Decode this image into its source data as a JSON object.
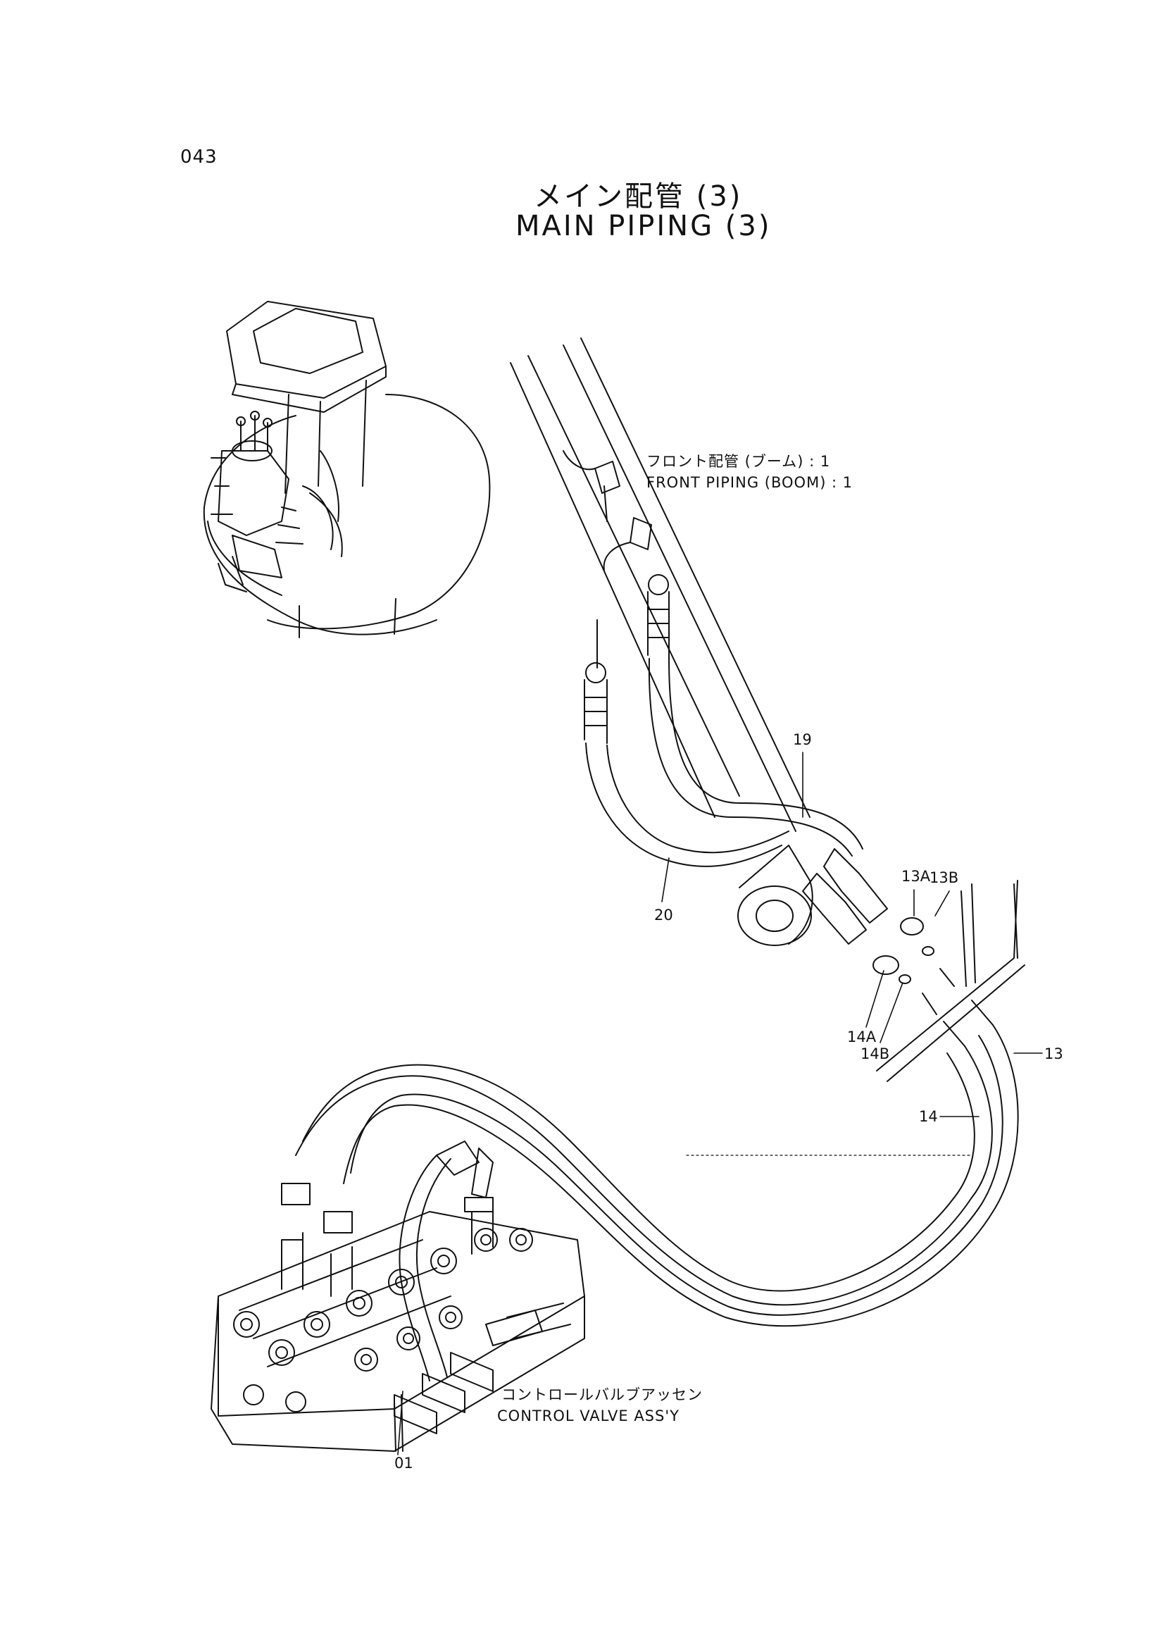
{
  "page_number": "043",
  "title": {
    "japanese": "メイン配管 (3)",
    "english": "MAIN PIPING (3)"
  },
  "notes": {
    "front_piping_jp": "フロント配管 (ブーム) : 1",
    "front_piping_en": "FRONT PIPING (BOOM) : 1",
    "control_valve_jp": "コントロールバルブアッセン",
    "control_valve_en": "CONTROL VALVE ASS'Y"
  },
  "callouts": {
    "c19": "19",
    "c20": "20",
    "c13A": "13A",
    "c13B": "13B",
    "c14A": "14A",
    "c14B": "14B",
    "c13": "13",
    "c14": "14",
    "c01": "01"
  }
}
